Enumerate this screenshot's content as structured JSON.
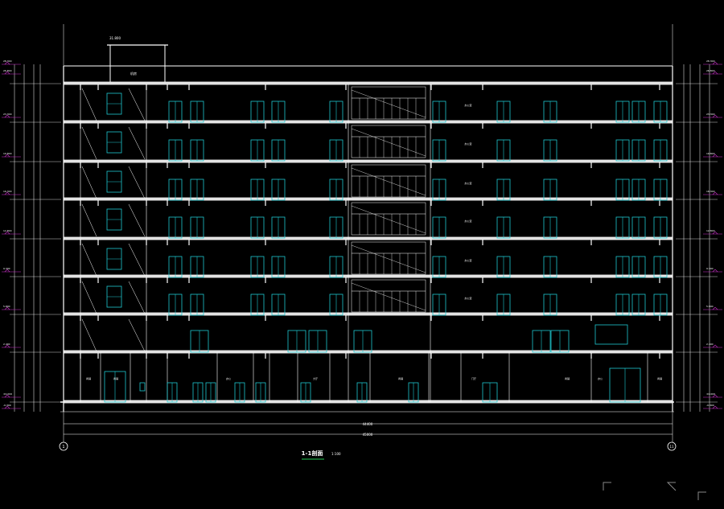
{
  "drawing": {
    "title": "1-1剖面",
    "scale": "1:100",
    "axis_left": "1",
    "axis_right": "11",
    "dim_total_inner": "44400",
    "dim_total_outer": "45000",
    "roof_label": "机房",
    "roof_elev": "31.800",
    "top_elev": "28.300",
    "parapet_elev": "26.800",
    "floor_elevs": [
      "23.300",
      "19.800",
      "16.300",
      "12.800",
      "9.300",
      "5.800",
      "2.400",
      "±0.000",
      "-0.300"
    ],
    "room_tags_upper": [
      "办公室",
      "办公室",
      "办公室",
      "办公室",
      "办公室",
      "办公室"
    ],
    "ground_room_tags": [
      "商铺",
      "商铺",
      "办公",
      "大厅",
      "商铺",
      "门厅",
      "商铺",
      "办公",
      "商铺"
    ],
    "colors": {
      "line": "#ffffff",
      "window": "#1ec8d0",
      "dim": "#cc33cc",
      "title_underline": "#22cc55"
    }
  }
}
